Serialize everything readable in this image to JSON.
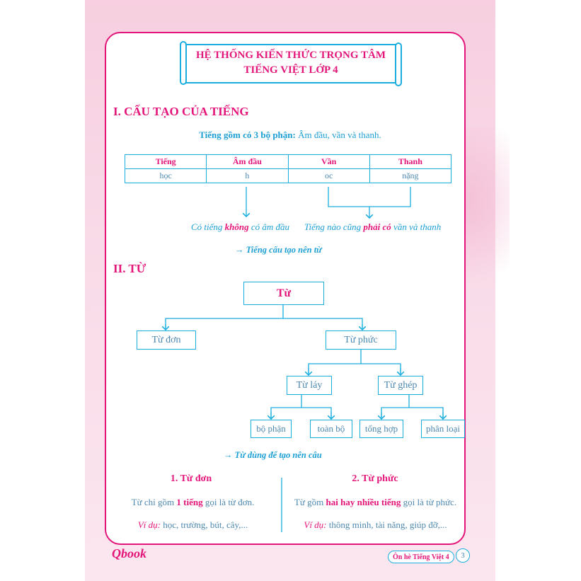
{
  "title": {
    "line1": "HỆ THỐNG KIẾN THỨC TRỌNG TÂM",
    "line2": "TIẾNG VIỆT LỚP 4"
  },
  "section1": {
    "heading": "I. CẤU TẠO CỦA TIẾNG",
    "intro_bold": "Tiếng gồm có 3 bộ phận:",
    "intro_rest": " Âm đầu, vần và thanh.",
    "table": {
      "headers": [
        "Tiếng",
        "Âm đầu",
        "Vần",
        "Thanh"
      ],
      "row": [
        "học",
        "h",
        "oc",
        "nặng"
      ]
    },
    "note_left": {
      "a": "Có tiếng ",
      "b": "không",
      "c": " có âm đầu"
    },
    "note_right": {
      "a": "Tiếng nào cũng ",
      "b": "phải có",
      "c": " vần và thanh"
    },
    "conclusion": "→ Tiếng cấu tạo nên từ"
  },
  "section2": {
    "heading": "II. TỪ",
    "tree": {
      "root": "Từ",
      "don": "Từ đơn",
      "phuc": "Từ phức",
      "lay": "Từ láy",
      "ghep": "Từ ghép",
      "bo_phan": "bộ phận",
      "toan_bo": "toàn bộ",
      "tong_hop": "tổng hợp",
      "phan_loai": "phân loại"
    },
    "conclusion": "→ Từ dùng để tạo nên câu"
  },
  "columns": {
    "left": {
      "heading": "1. Từ đơn",
      "def_a": "Từ chỉ gồm ",
      "def_b": "1 tiếng",
      "def_c": " gọi là từ đơn.",
      "ex_label": "Ví dụ:",
      "ex_text": " học, trường, bút, cây,..."
    },
    "right": {
      "heading": "2. Từ phức",
      "def_a": "Từ gồm ",
      "def_b": "hai hay nhiều tiếng",
      "def_c": " gọi là từ phức.",
      "ex_label": "Ví dụ:",
      "ex_text": " thông minh, tài năng, giúp đỡ,..."
    }
  },
  "footer": {
    "logo": "Qbook",
    "book": "Ôn hè Tiếng Việt 4",
    "page": "3"
  },
  "colors": {
    "accent": "#e4157a",
    "blue": "#1aaede",
    "text": "#4d88b0"
  }
}
